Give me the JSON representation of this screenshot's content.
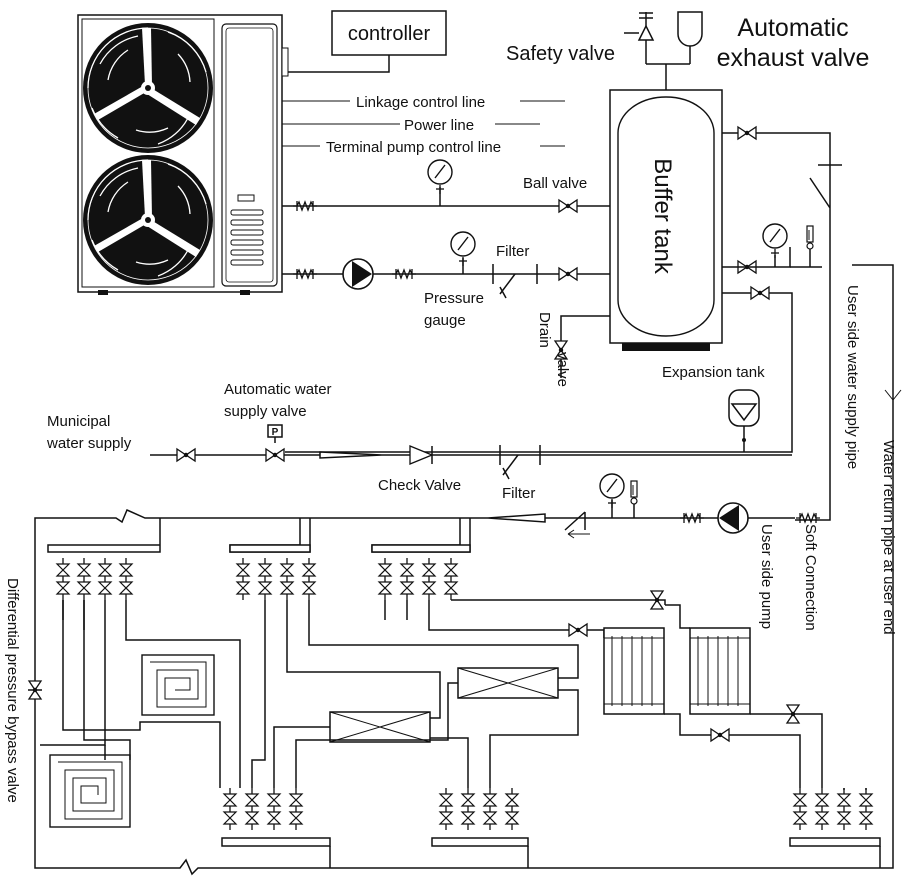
{
  "labels": {
    "controller": "controller",
    "safety_valve": "Safety valve",
    "auto_exhaust_1": "Automatic",
    "auto_exhaust_2": "exhaust valve",
    "linkage": "Linkage control line",
    "power": "Power line",
    "terminal_pump": "Terminal pump control line",
    "ball_valve": "Ball valve",
    "filter_top": "Filter",
    "pressure_1": "Pressure",
    "pressure_2": "gauge",
    "drain_1": "Drain",
    "drain_2": "valve",
    "buffer_tank": "Buffer tank",
    "expansion_tank": "Expansion tank",
    "user_supply_pipe": "User side water supply pipe",
    "user_return_pipe": "Water return pipe at user end",
    "municipal_1": "Municipal",
    "municipal_2": "water supply",
    "auto_supply_1": "Automatic water",
    "auto_supply_2": "supply valve",
    "p_mark": "P",
    "check_valve": "Check Valve",
    "filter_bottom": "Filter",
    "user_pump": "User side pump",
    "soft_connection": "Soft Connection",
    "bypass": "Differential pressure bypass valve"
  }
}
